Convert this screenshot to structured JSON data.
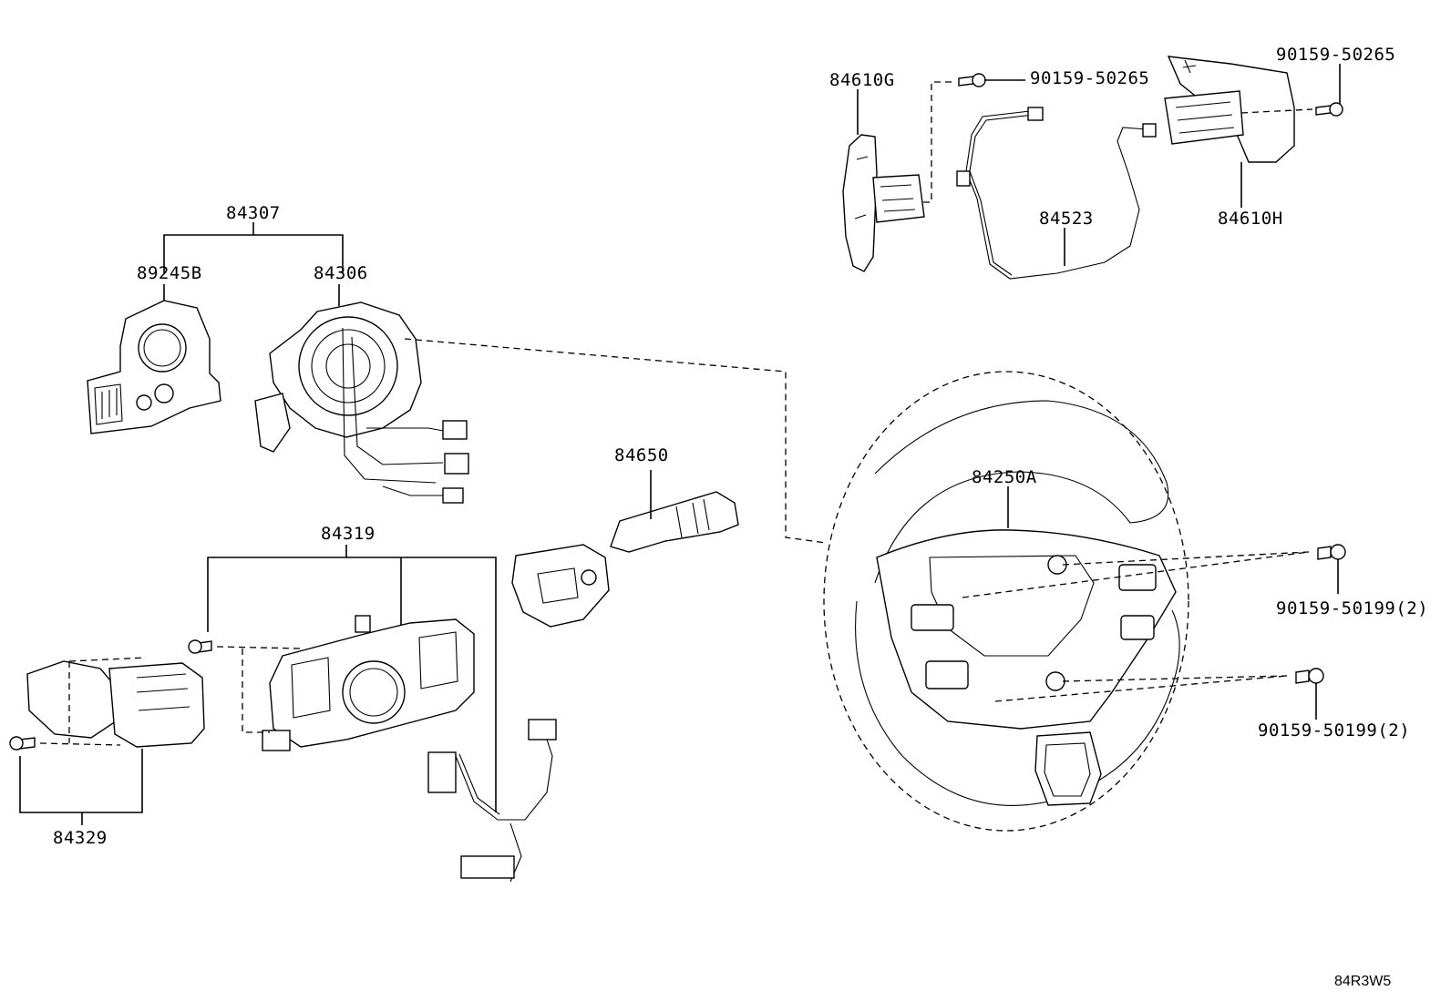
{
  "diagram_code": "84R3W5",
  "labels": {
    "p84610G": "84610G",
    "p84610H": "84610H",
    "p84523": "84523",
    "screw_top_left": "90159-50265",
    "screw_top_right": "90159-50265",
    "p84307": "84307",
    "p89245B": "89245B",
    "p84306": "84306",
    "p84650": "84650",
    "p84250A": "84250A",
    "p84319": "84319",
    "p84329": "84329",
    "screw_right_upper": "90159-50199(2)",
    "screw_right_lower": "90159-50199(2)"
  }
}
